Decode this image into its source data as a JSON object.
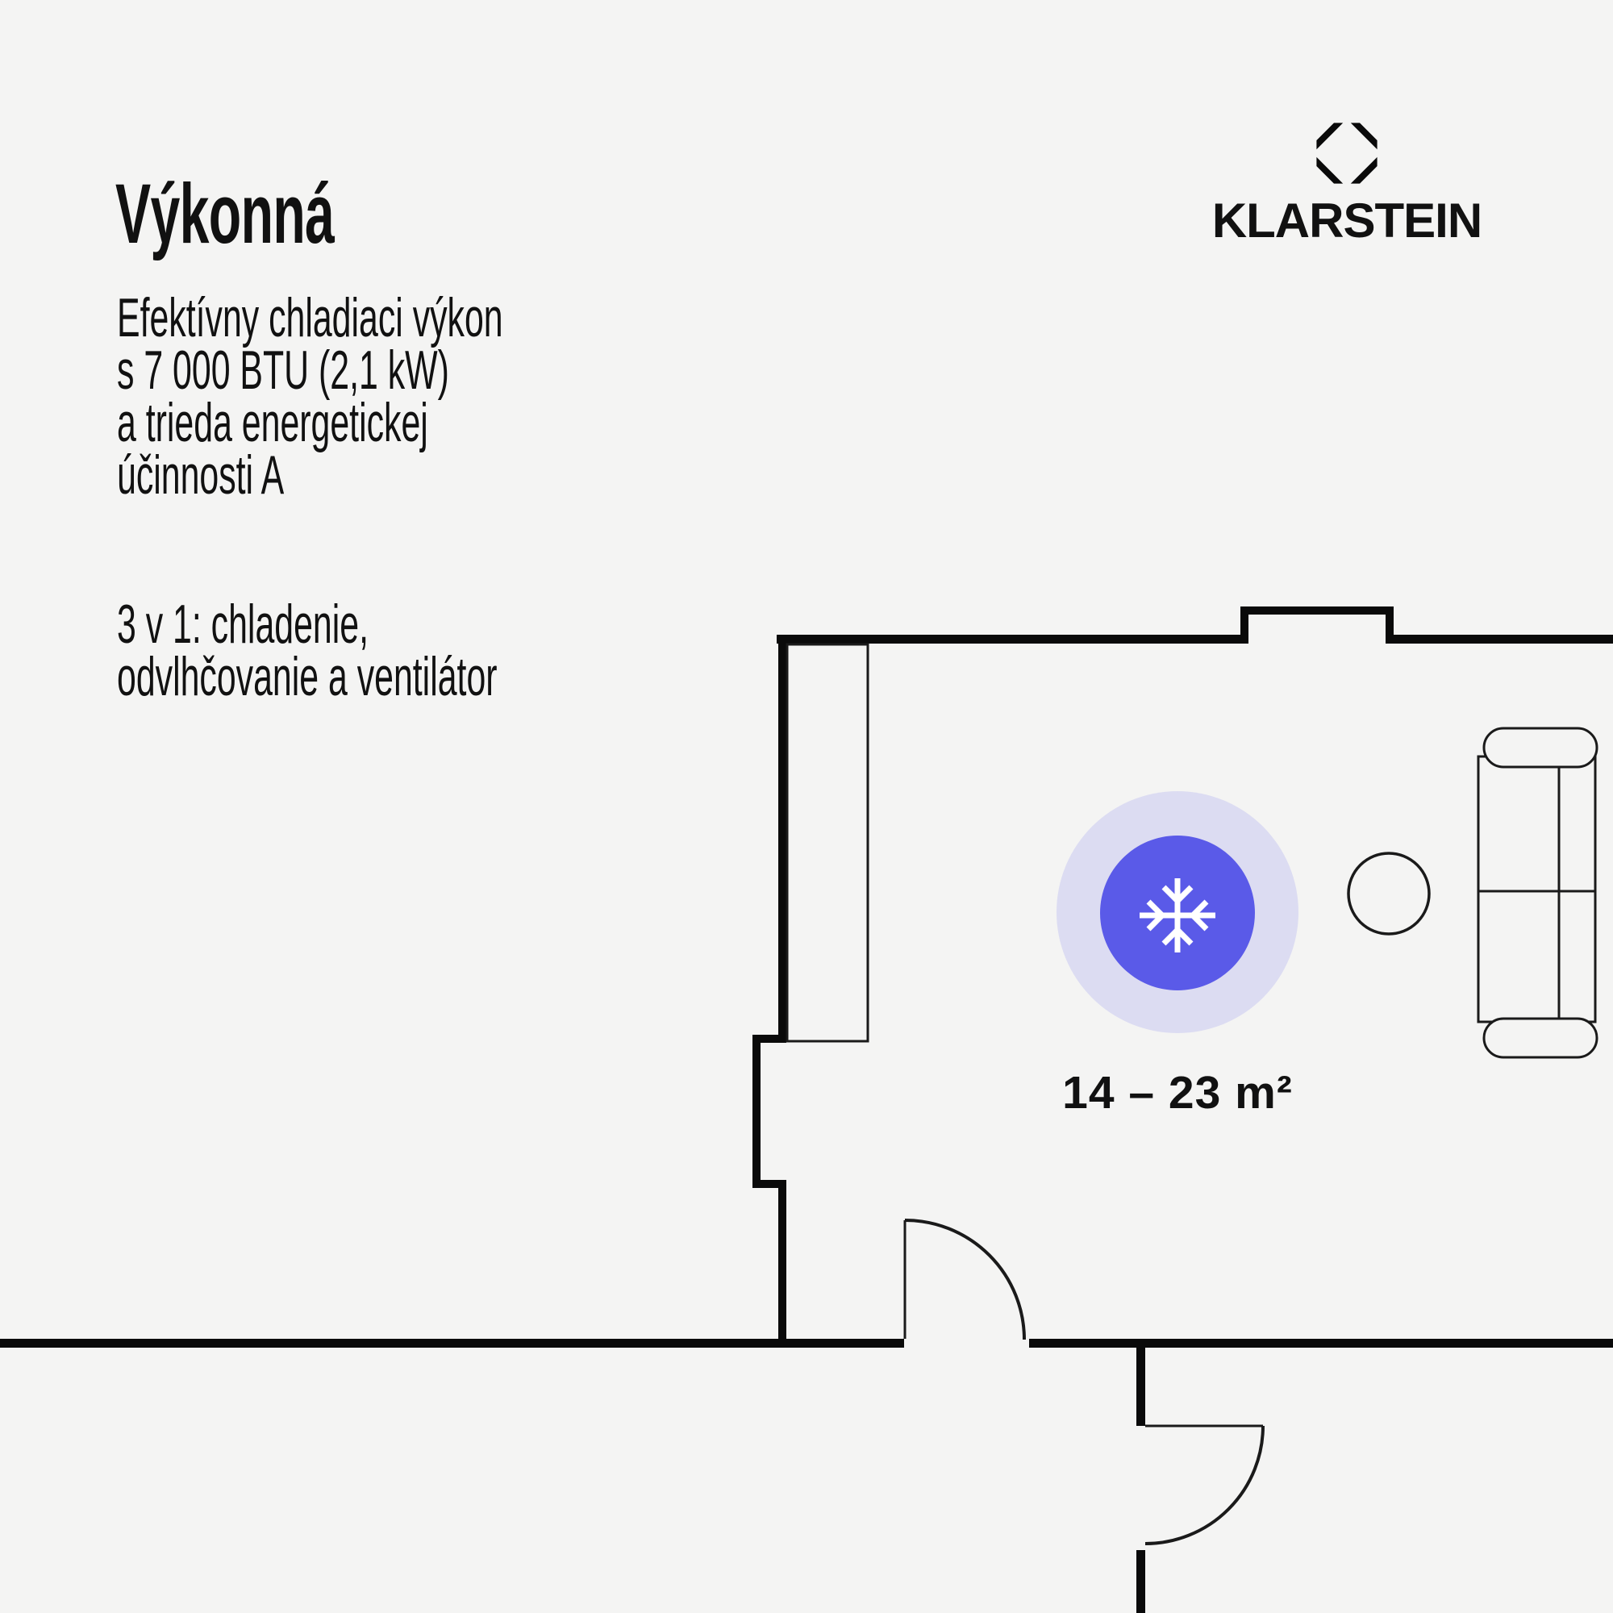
{
  "theme": {
    "background": "#f4f4f3",
    "wall": "#0a0a0a",
    "line": "#1a1a1a",
    "accent": "#5a5ae8",
    "accent_halo": "#dcdcf2",
    "snowflake": "#ffffff",
    "text": "#111111"
  },
  "header": {
    "title": "Výkonná"
  },
  "brand": {
    "name": "KLARSTEIN",
    "logo_icon": "klarstein-octagon-diamond-icon"
  },
  "features": {
    "paragraph1_lines": [
      "Efektívny chladiaci výkon",
      "s 7 000 BTU (2,1 kW)",
      "a trieda energetickej",
      "účinnosti A"
    ],
    "paragraph2_lines": [
      "3 v 1: chladenie,",
      "odvlhčovanie a ventilátor"
    ]
  },
  "floor_plan": {
    "area_label": "14 – 23 m²",
    "ac_unit_icon": "snowflake-icon",
    "furniture_icons": [
      "wardrobe",
      "sofa",
      "side-table"
    ],
    "door_count": 2
  }
}
